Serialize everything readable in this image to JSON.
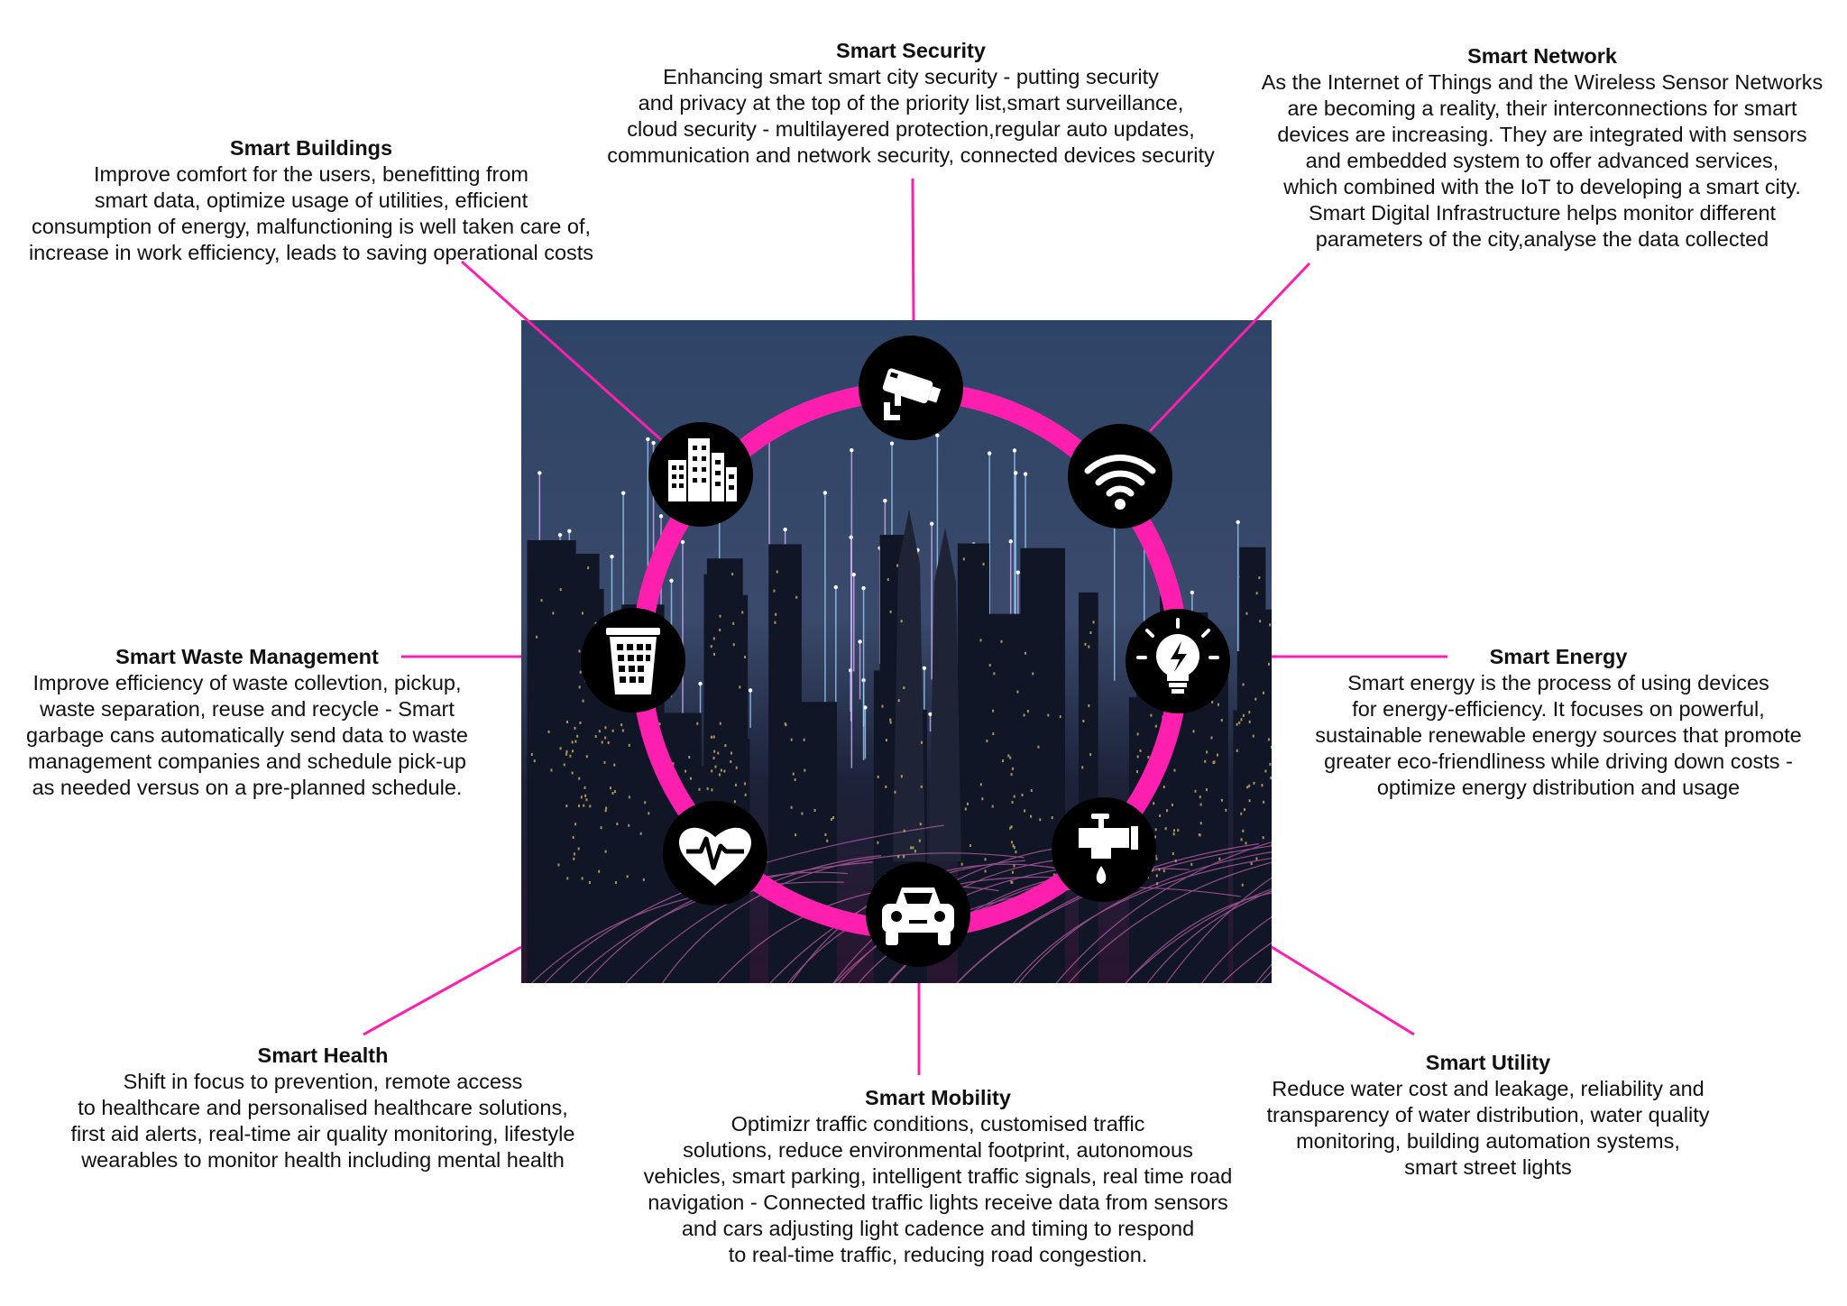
{
  "colors": {
    "accent": "#ff1fae",
    "node_fill": "#000000",
    "icon_fill": "#ffffff",
    "sky_top": "#273a5a",
    "sky_bottom": "#141a2c"
  },
  "items": [
    {
      "key": "security",
      "icon": "cctv-camera-icon",
      "title": "Smart Security",
      "description": "Enhancing smart smart city security - putting security\nand privacy at the top of the priority list,smart surveillance,\ncloud security - multilayered protection,regular auto updates,\ncommunication and network security, connected devices security"
    },
    {
      "key": "network",
      "icon": "wifi-icon",
      "title": "Smart Network",
      "description": "As the Internet of Things and the Wireless Sensor Networks\nare becoming a reality, their interconnections for smart\ndevices are increasing. They are integrated with sensors\nand embedded system to offer advanced services,\nwhich combined with the IoT to developing a smart city.\nSmart Digital Infrastructure helps monitor different\nparameters of the city,analyse the data collected"
    },
    {
      "key": "buildings",
      "icon": "buildings-icon",
      "title": "Smart Buildings",
      "description": "Improve comfort for the users, benefitting from\nsmart data, optimize usage of utilities, efficient\nconsumption of energy, malfunctioning is well taken care of,\nincrease in work efficiency, leads to saving operational costs"
    },
    {
      "key": "waste",
      "icon": "waste-bin-icon",
      "title": "Smart Waste Management",
      "description": "Improve efficiency of waste collevtion, pickup,\nwaste separation, reuse and recycle - Smart\ngarbage cans automatically send data to waste\nmanagement companies and schedule pick-up\nas needed versus on a pre-planned schedule."
    },
    {
      "key": "energy",
      "icon": "light-bulb-icon",
      "title": "Smart Energy",
      "description": "Smart energy is the process of using devices\nfor energy-efficiency. It focuses on powerful,\nsustainable renewable energy sources that promote\ngreater eco-friendliness while driving down costs -\noptimize energy distribution and usage"
    },
    {
      "key": "health",
      "icon": "heart-pulse-icon",
      "title": "Smart Health",
      "description": "Shift in focus to prevention, remote access\nto healthcare and personalised healthcare solutions,\nfirst aid alerts, real-time air quality monitoring, lifestyle\nwearables to monitor health including mental health"
    },
    {
      "key": "mobility",
      "icon": "car-icon",
      "title": "Smart Mobility",
      "description": "Optimizr traffic conditions, customised traffic\nsolutions, reduce environmental footprint, autonomous\nvehicles, smart parking, intelligent traffic signals, real time road\nnavigation - Connected traffic lights receive data from sensors\nand cars adjusting light cadence and timing to respond\nto real-time traffic, reducing road congestion."
    },
    {
      "key": "utility",
      "icon": "water-tap-icon",
      "title": "Smart Utility",
      "description": "Reduce water cost and leakage, reliability and\ntransparency of water distribution, water quality\nmonitoring, building automation systems,\nsmart street lights"
    }
  ]
}
